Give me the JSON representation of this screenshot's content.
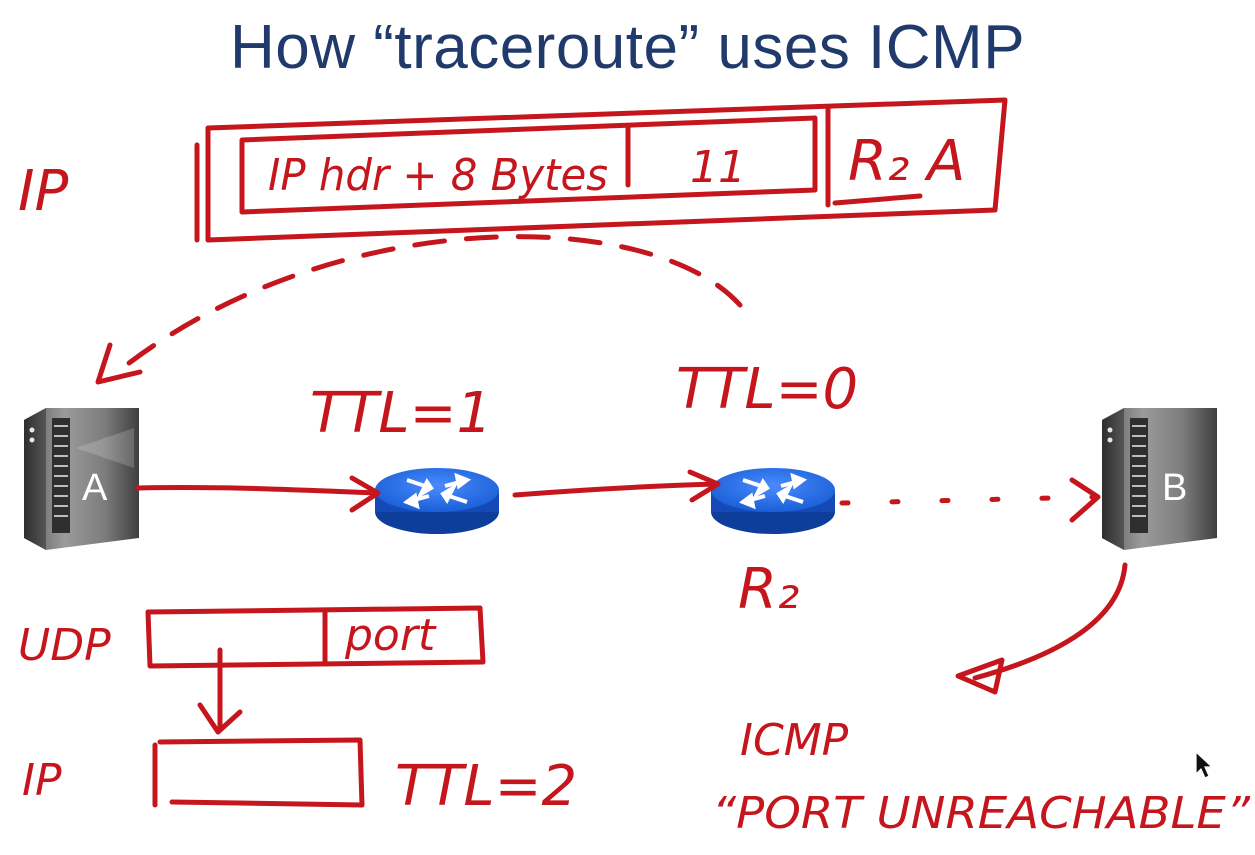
{
  "title": "How “traceroute” uses ICMP",
  "hosts": {
    "a_label": "A",
    "b_label": "B"
  },
  "annotations": {
    "ip_top": "IP",
    "icmp_payload": "IP hdr + 8 Bytes",
    "icmp_type": "11",
    "src_dst": "R₂ A",
    "ttl_1": "TTL=1",
    "ttl_0": "TTL=0",
    "router_r2": "R₂",
    "udp": "UDP",
    "port": "port",
    "ip_bottom": "IP",
    "ttl_2": "TTL=2",
    "icmp": "ICMP",
    "port_unreachable": "“PORT UNREACHABLE”"
  },
  "colors": {
    "title": "#1f3a6b",
    "ink": "#c4161c",
    "router": "#1a5fd6",
    "server": "#7a7a7a"
  },
  "icons": {
    "host": "server-tower-icon",
    "router": "router-icon"
  }
}
